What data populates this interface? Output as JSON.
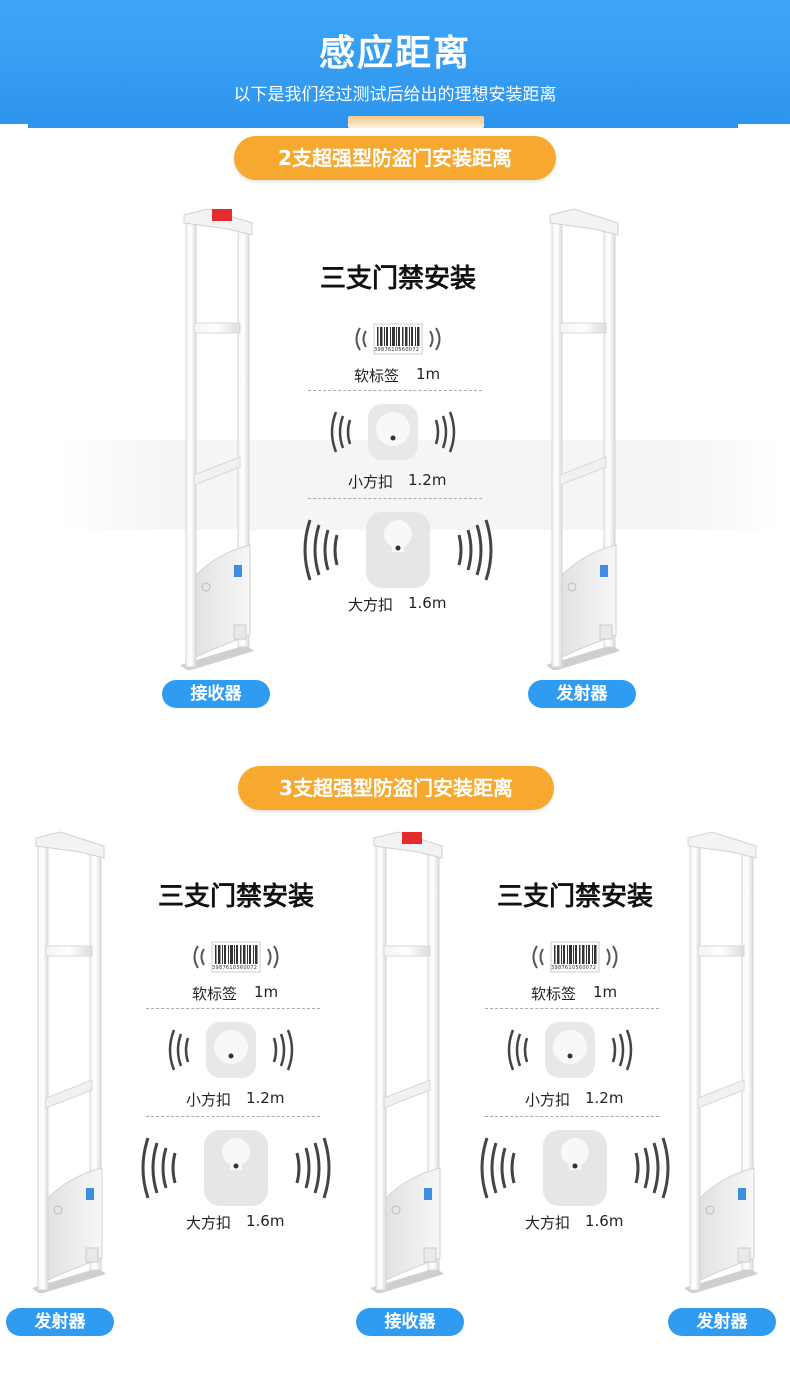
{
  "header": {
    "title": "感应距离",
    "subtitle": "以下是我们经过测试后给出的理想安装距离"
  },
  "sections": [
    {
      "title": "2支超强型防盗门安装距离",
      "labels": [
        "接收器",
        "发射器"
      ]
    },
    {
      "title": "3支超强型防盗门安装距离",
      "labels": [
        "发射器",
        "接收器",
        "发射器"
      ]
    }
  ],
  "install": {
    "title": "三支门禁安装",
    "soft_tag": {
      "name": "软标签",
      "distance": "1m",
      "barcode_text": "3987610560072"
    },
    "small_tag": {
      "name": "小方扣",
      "distance": "1.2m"
    },
    "large_tag": {
      "name": "大方扣",
      "distance": "1.6m"
    }
  },
  "colors": {
    "banner_blue": "#2d95ee",
    "pill_orange": "#f7a92f",
    "label_blue": "#2f9cf1",
    "indicator_red": "#e52b2b"
  }
}
